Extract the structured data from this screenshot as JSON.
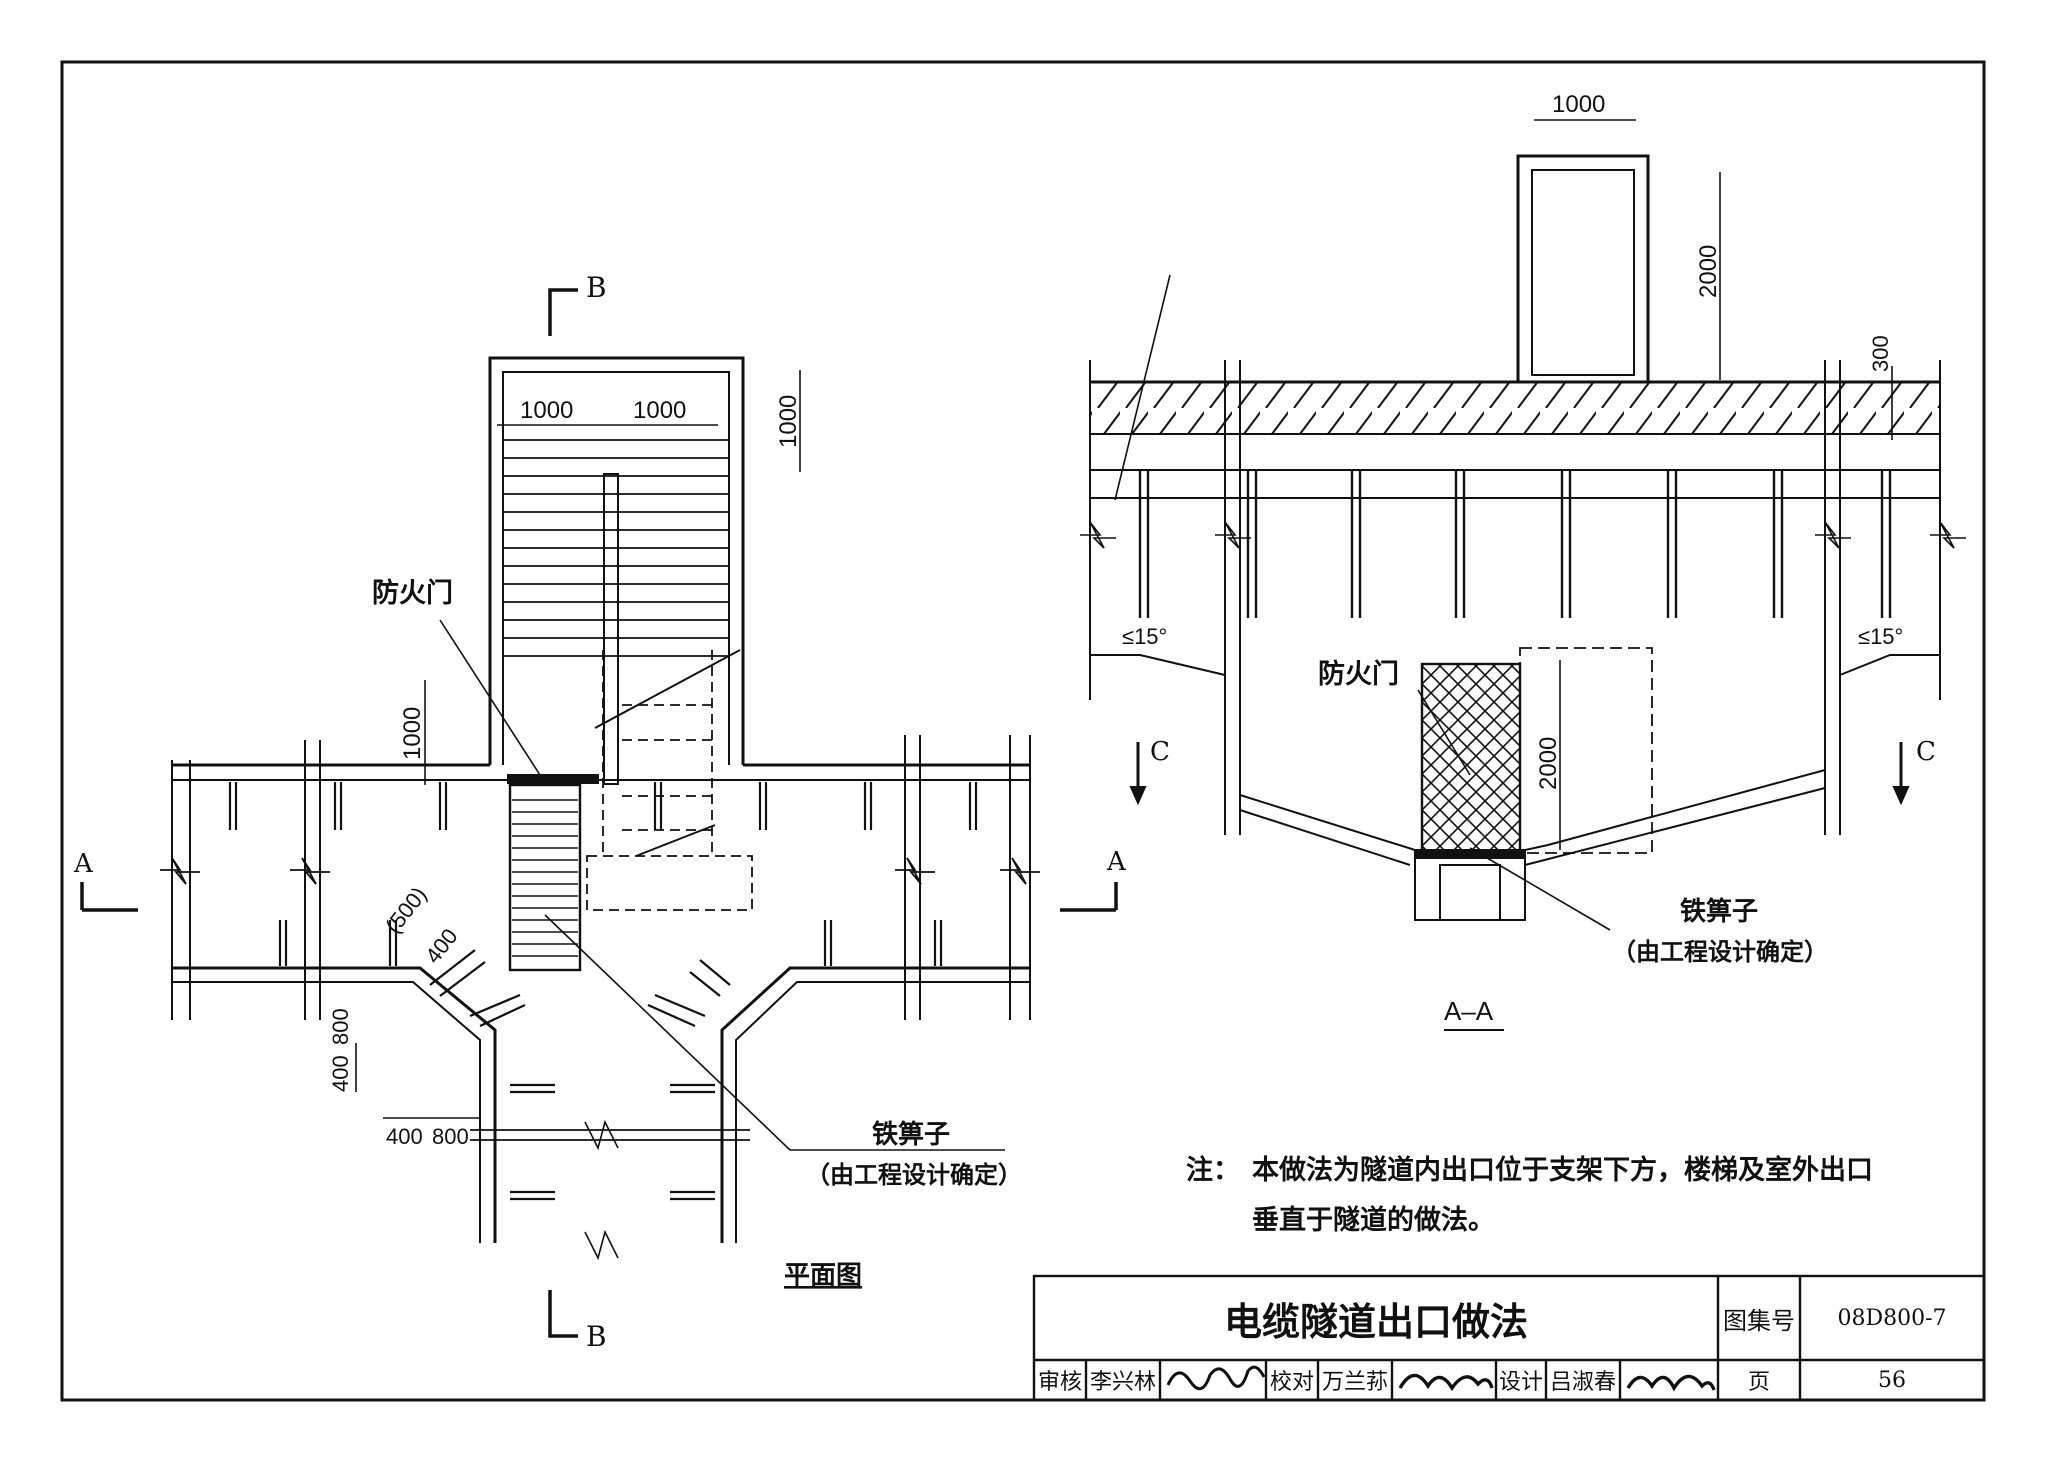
{
  "plan": {
    "section_marks": {
      "b_top": "B",
      "b_bottom": "B",
      "a_left": "A",
      "a_right": "A"
    },
    "dims": {
      "stair_w1": "1000",
      "stair_w2": "1000",
      "stair_depth": "1000",
      "landing": "1000",
      "bevel_500": "(500)",
      "bevel_400": "400",
      "v_800": "800",
      "v_400": "400",
      "h_400": "400",
      "h_800": "800"
    },
    "fire_door_label": "防火门",
    "grate_label": "铁箅子",
    "grate_note": "（由工程设计确定）",
    "caption": "平面图"
  },
  "section_aa": {
    "dims": {
      "door_w": "1000",
      "door_h": "2000",
      "slab": "300",
      "fd_h": "2000",
      "slope_l": "≤15°",
      "slope_r": "≤15°"
    },
    "c_marks": {
      "left": "C",
      "right": "C"
    },
    "fire_door_label": "防火门",
    "grate_label": "铁箅子",
    "grate_note": "（由工程设计确定）",
    "caption": "A–A"
  },
  "notes": {
    "prefix": "注：",
    "line1": "本做法为隧道内出口位于支架下方，楼梯及室外出口",
    "line2": "垂直于隧道的做法。"
  },
  "title_block": {
    "title": "电缆隧道出口做法",
    "atlas_label": "图集号",
    "atlas_no": "08D800-7",
    "page_label": "页",
    "page_no": "56",
    "review_label": "审核",
    "review_name": "李兴林",
    "check_label": "校对",
    "check_name": "万兰荪",
    "design_label": "设计",
    "design_name": "吕淑春"
  }
}
